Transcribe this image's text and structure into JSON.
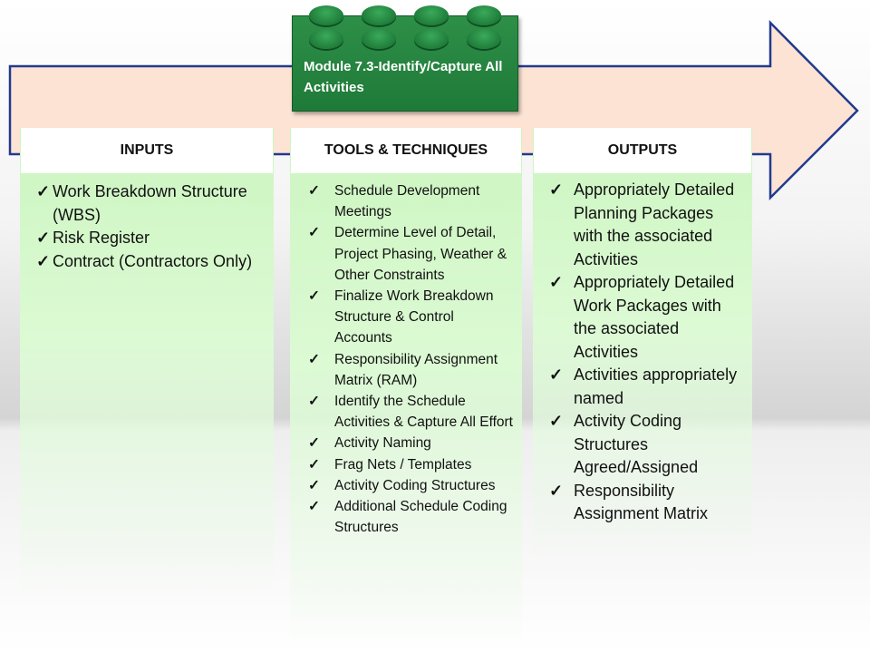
{
  "module_block": {
    "title": "Module 7.3-Identify/Capture All Activities"
  },
  "colors": {
    "arrow_fill": "#fde3d3",
    "arrow_stroke": "#213a8f",
    "brick_green": "#1e7a38",
    "panel_green": "#ccf5c0"
  },
  "icons": {
    "check": "check-icon"
  },
  "inputs": {
    "heading": "INPUTS",
    "items": [
      "Work Breakdown Structure (WBS)",
      "Risk Register",
      "Contract (Contractors Only)"
    ]
  },
  "tools": {
    "heading": "TOOLS & TECHNIQUES",
    "items": [
      "Schedule Development Meetings",
      "Determine Level of Detail, Project Phasing, Weather & Other Constraints",
      "Finalize Work Breakdown Structure & Control Accounts",
      "Responsibility Assignment Matrix (RAM)",
      "Identify the Schedule Activities & Capture All Effort",
      "Activity Naming",
      "Frag Nets / Templates",
      "Activity Coding Structures",
      "Additional Schedule Coding Structures"
    ]
  },
  "outputs": {
    "heading": "OUTPUTS",
    "items": [
      "Appropriately Detailed Planning Packages with the associated Activities",
      "Appropriately Detailed Work Packages with the associated Activities",
      "Activities appropriately named",
      "Activity Coding Structures Agreed/Assigned",
      "Responsibility Assignment Matrix"
    ]
  }
}
